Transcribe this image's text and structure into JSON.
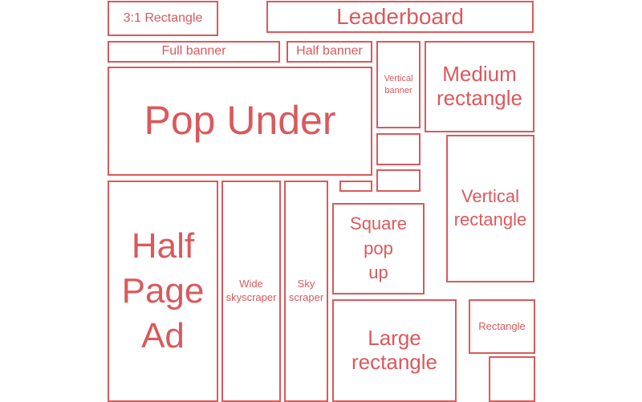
{
  "colors": {
    "stroke": "#d9595c",
    "background": "#ffffff"
  },
  "ad_formats": {
    "rectangle_3_1": "3:1 Rectangle",
    "leaderboard": "Leaderboard",
    "full_banner": "Full banner",
    "half_banner": "Half banner",
    "vertical_banner_line1": "Vertical",
    "vertical_banner_line2": "banner",
    "medium_rectangle_line1": "Medium",
    "medium_rectangle_line2": "rectangle",
    "pop_under": "Pop Under",
    "vertical_rectangle_line1": "Vertical",
    "vertical_rectangle_line2": "rectangle",
    "half_page_line1": "Half",
    "half_page_line2": "Page",
    "half_page_line3": "Ad",
    "wide_skyscraper_line1": "Wide",
    "wide_skyscraper_line2": "skyscraper",
    "skyscraper_line1": "Sky",
    "skyscraper_line2": "scraper",
    "square_popup_line1": "Square",
    "square_popup_line2": "pop",
    "square_popup_line3": "up",
    "rectangle": "Rectangle",
    "large_rectangle_line1": "Large",
    "large_rectangle_line2": "rectangle"
  }
}
